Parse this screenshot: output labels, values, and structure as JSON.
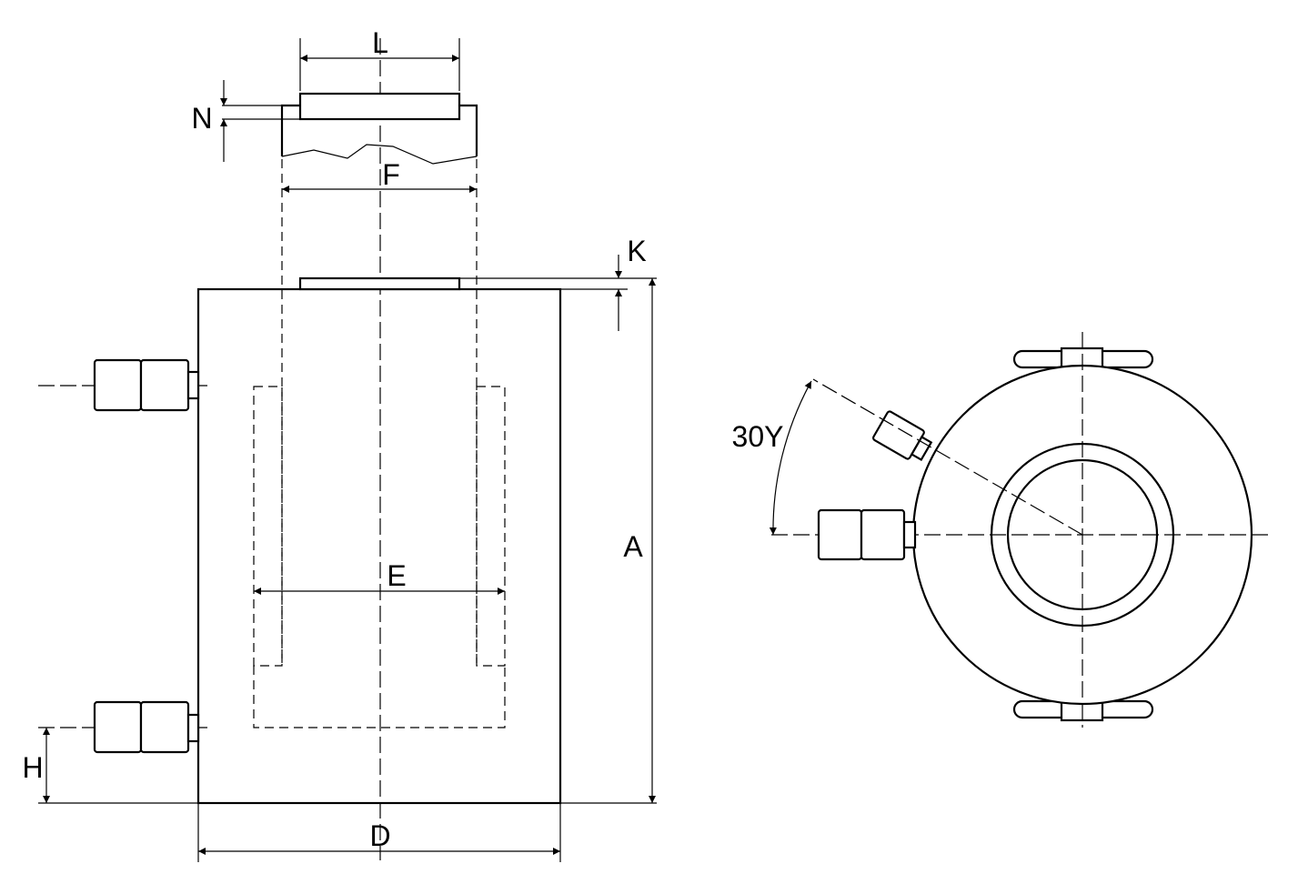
{
  "labels": {
    "L": "L",
    "N": "N",
    "F": "F",
    "K": "K",
    "A": "A",
    "E": "E",
    "H": "H",
    "D": "D",
    "angle": "30Υ"
  },
  "colors": {
    "stroke": "#000000",
    "background": "#ffffff"
  }
}
